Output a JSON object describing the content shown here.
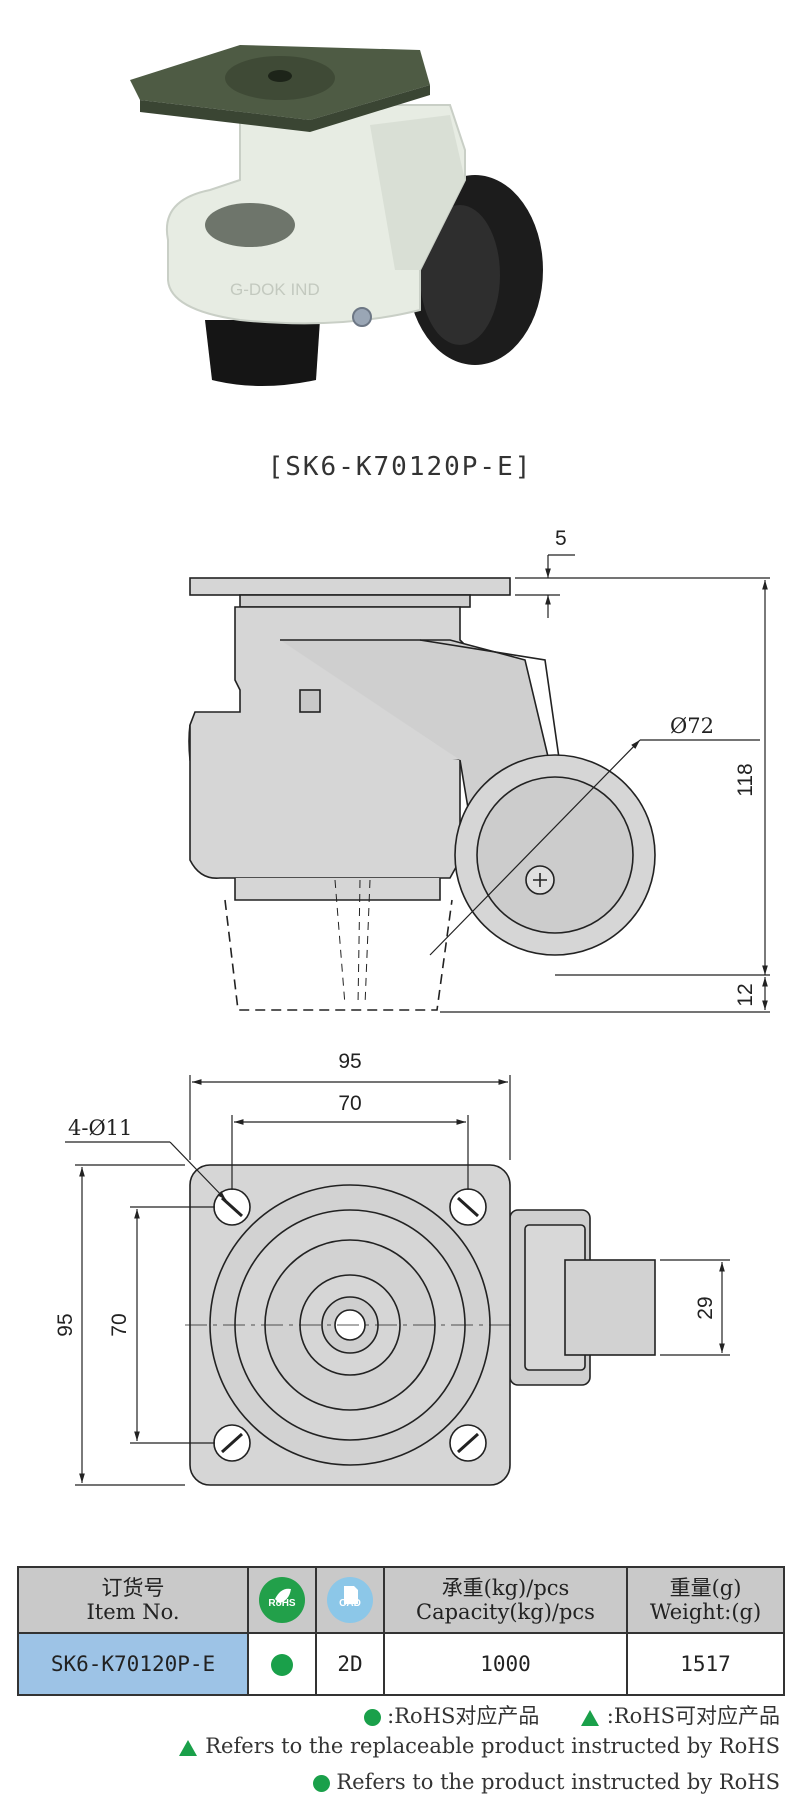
{
  "product": {
    "model_caption": "[SK6-K70120P-E]",
    "embossed_brand": "G-DOK IND"
  },
  "drawing": {
    "side_view": {
      "plate_thickness": "5",
      "wheel_diameter": "Ø72",
      "height": "118",
      "foot_height": "12"
    },
    "top_view": {
      "plate_width": "95",
      "hole_pitch_x": "70",
      "hole_spec": "4-Ø11",
      "plate_height": "95",
      "hole_pitch_y": "70",
      "wheel_width": "29"
    }
  },
  "table": {
    "headers": {
      "item_cn": "订货号",
      "item_en": "Item No.",
      "rohs_badge": "RoHS",
      "cad_badge": "CAD",
      "capacity_cn": "承重(kg)/pcs",
      "capacity_en": "Capacity(kg)/pcs",
      "weight_cn": "重量(g)",
      "weight_en": "Weight:(g)"
    },
    "row": {
      "item_no": "SK6-K70120P-E",
      "cad": "2D",
      "capacity": "1000",
      "weight": "1517"
    }
  },
  "legend": {
    "line1_dot": ":RoHS对应产品",
    "line1_tri": ":RoHS可对应产品",
    "line2": "Refers to the replaceable product instructed by RoHS",
    "line3": "Refers to the product instructed by RoHS"
  },
  "colors": {
    "rohs_green": "#1aa04a",
    "item_cell_blue": "#9dc3e6",
    "header_gray": "#c9c9c9"
  }
}
